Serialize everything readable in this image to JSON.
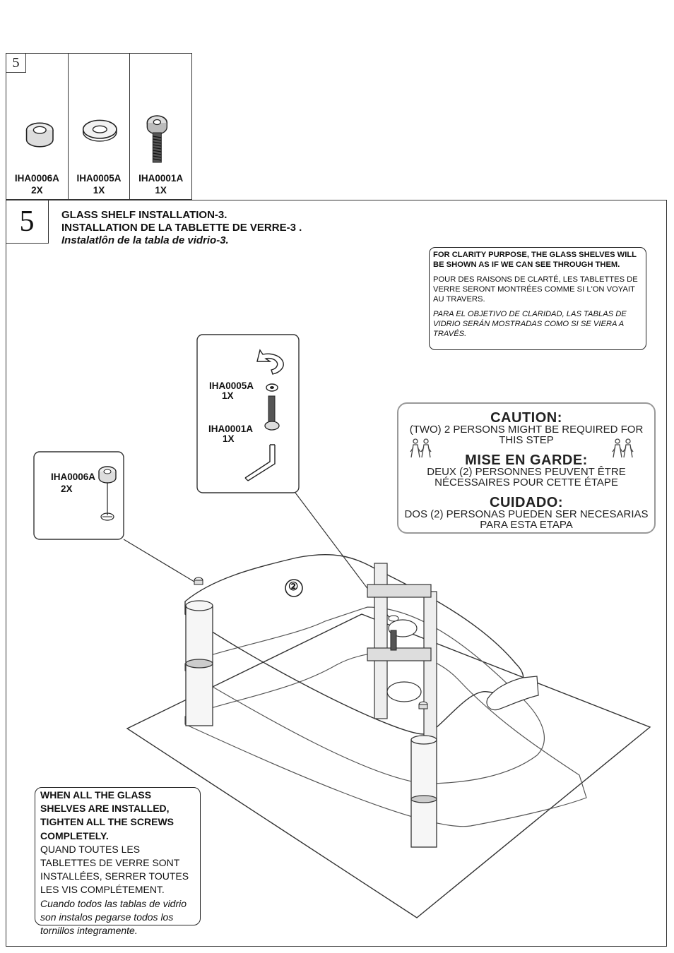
{
  "parts": [
    {
      "code": "IHA0006A",
      "qty": "2X",
      "icon": "spacer-ring-icon"
    },
    {
      "code": "IHA0005A",
      "qty": "1X",
      "icon": "washer-icon"
    },
    {
      "code": "IHA0001A",
      "qty": "1X",
      "icon": "screw-icon"
    }
  ],
  "step_number": "5",
  "title": {
    "en": "GLASS SHELF INSTALLATION-3.",
    "fr": "INSTALLATION DE LA TABLETTE DE VERRE-3 .",
    "es": "Instalatlôn de la tabla de vidrio-3."
  },
  "clarity_note": {
    "en": "FOR CLARITY PURPOSE, THE GLASS SHELVES WILL BE SHOWN AS IF WE CAN SEE THROUGH THEM.",
    "fr": "POUR DES RAISONS DE CLARTÉ, LES TABLETTES DE VERRE SERONT MONTRÉES COMME SI L'ON VOYAIT AU TRAVERS.",
    "es": "PARA EL OBJETIVO DE CLARIDAD, LAS TABLAS DE VIDRIO SERÁN MOSTRADAS COMO SI SE VIERA A TRAVÉS."
  },
  "caution": {
    "h_en": "CAUTION:",
    "b_en": "(TWO) 2 PERSONS MIGHT BE REQUIRED FOR THIS STEP",
    "h_fr": "MISE EN GARDE:",
    "b_fr": "DEUX (2) PERSONNES PEUVENT ÊTRE NÉCESSAIRES POUR CETTE ÉTAPE",
    "h_es": "CUIDADO:",
    "b_es": "DOS (2) PERSONAS PUEDEN SER NECESARIAS PARA ESTA ETAPA"
  },
  "detail_screw": {
    "washer_code": "IHA0005A",
    "washer_qty": "1X",
    "screw_code": "IHA0001A",
    "screw_qty": "1X"
  },
  "detail_spacer": {
    "code": "IHA0006A",
    "qty": "2X"
  },
  "shelf_marker": "②",
  "final_note": {
    "en": "WHEN ALL THE GLASS SHELVES ARE INSTALLED, TIGHTEN ALL THE SCREWS COMPLETELY.",
    "fr": "QUAND TOUTES LES TABLETTES DE VERRE SONT INSTALLÉES, SERRER TOUTES LES VIS COMPLÉTEMENT.",
    "es": "Cuando todos las tablas de vidrio son instalos pegarse todos los tornillos integramente."
  }
}
